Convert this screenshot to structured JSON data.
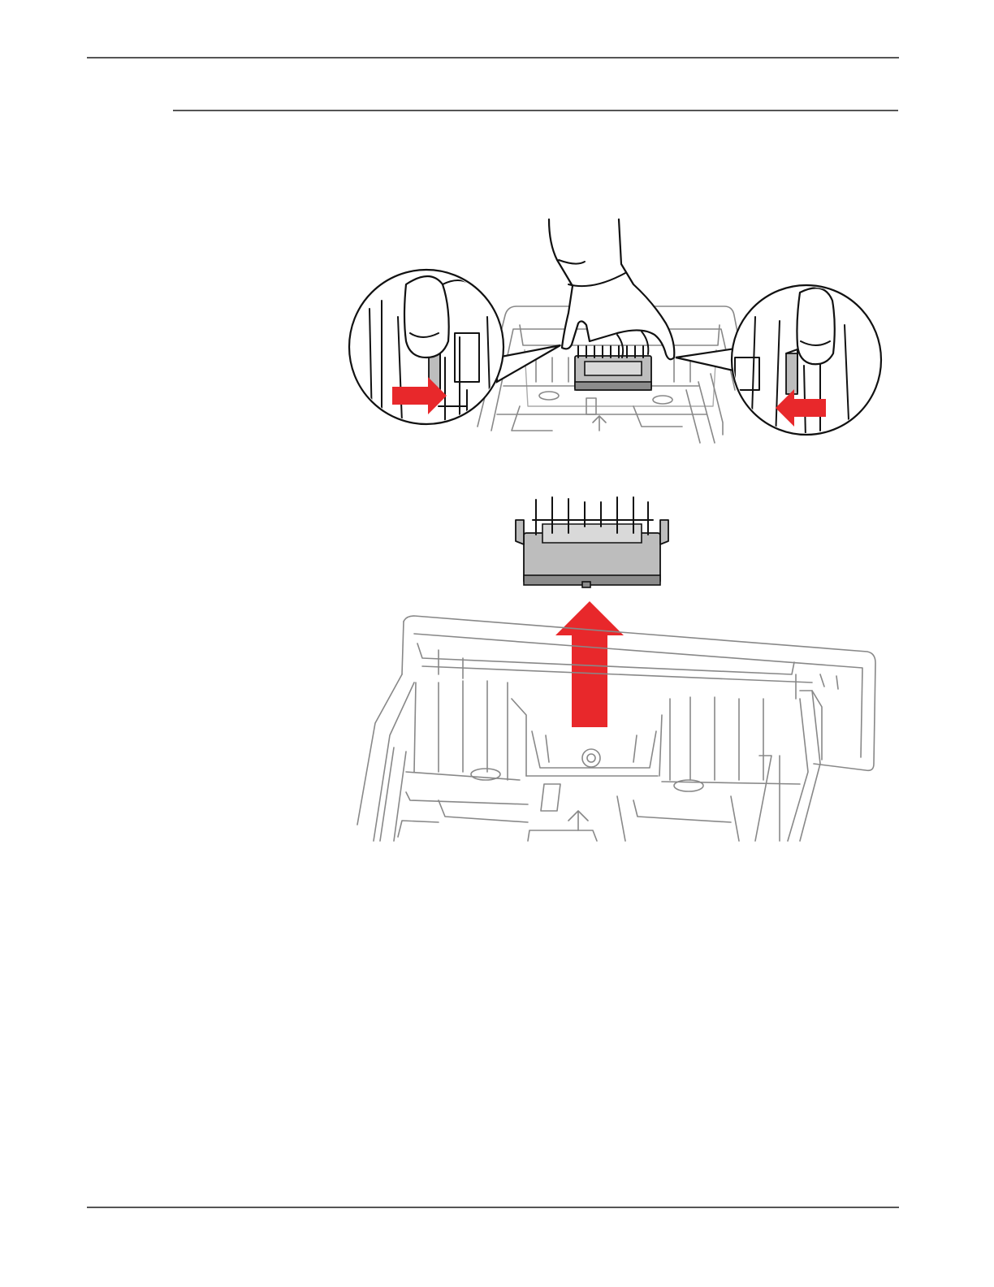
{
  "document": {
    "figures": [
      {
        "id": "release-latches",
        "icons": [
          "hand-icon",
          "latch-zoom-left",
          "latch-zoom-right",
          "arrow-right-icon",
          "arrow-left-icon"
        ]
      },
      {
        "id": "lift-out-pad",
        "icons": [
          "separator-pad-part",
          "arrow-up-icon",
          "tray-body"
        ]
      }
    ],
    "colors": {
      "arrow": "#e8282b",
      "part": "#bdbdbd",
      "line": "#888888"
    }
  }
}
